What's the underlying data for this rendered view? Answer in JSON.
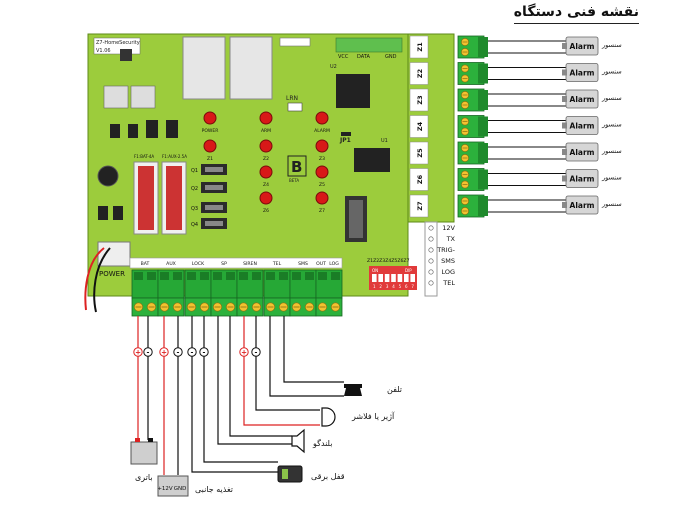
{
  "title": "نقشه فنی دستگاه",
  "board": {
    "model": "Z7-HomeSecurity",
    "version": "V1.06",
    "lrn": "LRN",
    "jp1": "JP1",
    "u1": "U1",
    "u2": "U2",
    "fuses": [
      "F1:BAT-4A",
      "F1:AUX-2.5A"
    ],
    "leds": [
      "POWER",
      "ARM",
      "ALARM",
      "Z1",
      "Z2",
      "Z3",
      "Z4",
      "Z5",
      "Z6",
      "Z7"
    ],
    "q_labels": [
      "Q1",
      "Q2",
      "Q3",
      "Q4"
    ],
    "power_label": "POWER",
    "top_header": [
      "VCC",
      "DATA",
      "GND"
    ],
    "logo_letter": "B",
    "logo_text": "BETA",
    "dip_on": "ON",
    "dip_label": "DIP",
    "dip_numbers": [
      "1",
      "2",
      "3",
      "4",
      "5",
      "6",
      "7"
    ],
    "dip_zone_text": "Z1Z2Z3Z4Z5Z6Z7",
    "terminal_labels": [
      "BAT",
      "AUX",
      "LOCK",
      "SP",
      "SIREN",
      "TEL",
      "SMS",
      "OUT",
      "LOG"
    ],
    "side_terminals": [
      "12V",
      "TX",
      "TRIG-",
      "SMS",
      "LOG",
      "TEL"
    ]
  },
  "zones": [
    "Z1",
    "Z2",
    "Z3",
    "Z4",
    "Z5",
    "Z6",
    "Z7"
  ],
  "sensors": {
    "badge": "Alarm",
    "label": "سنسور"
  },
  "bottom": {
    "telephone": "تلفن",
    "siren": "آژیر یا فلاشر",
    "speaker": "بلندگو",
    "lock": "قفل برقی",
    "power_supply": "تغذیه جانبی",
    "battery": "باتری",
    "psu_terminals": [
      "+12V",
      "GND"
    ],
    "plus": "+",
    "minus": "-"
  }
}
